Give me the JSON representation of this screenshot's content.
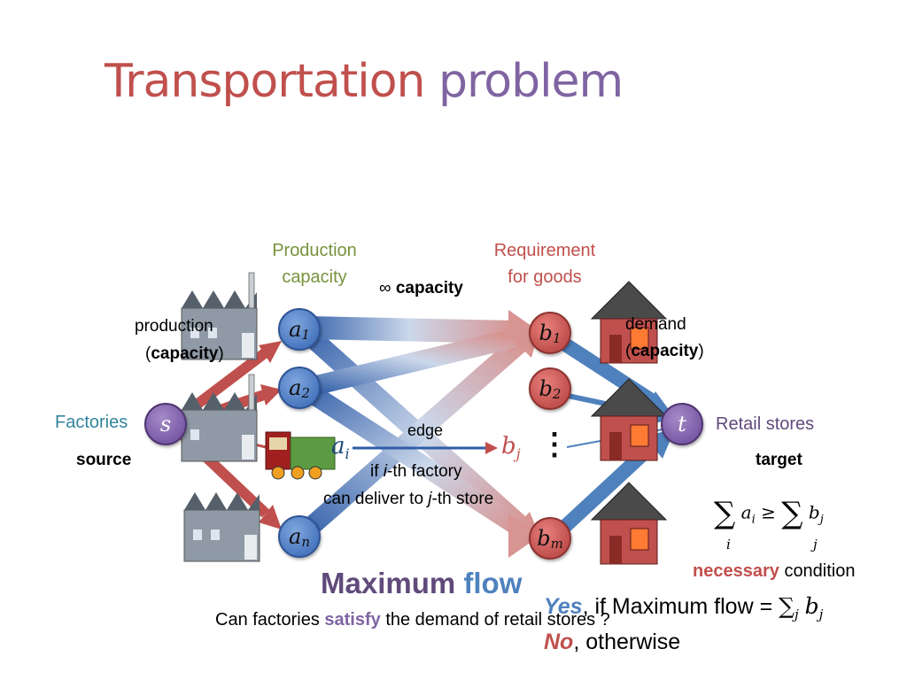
{
  "title": {
    "word1": "Transportation",
    "word2": "problem"
  },
  "labels": {
    "production_capacity_line1": "Production",
    "production_capacity_line2": "capacity",
    "requirement_line1": "Requirement",
    "requirement_line2": "for goods",
    "infinity_capacity_symbol": "∞",
    "infinity_capacity_text": "capacity",
    "production_word": "production",
    "production_paren_open": "(",
    "production_capacity_bold": "capacity",
    "production_paren_close": ")",
    "demand_word": "demand",
    "demand_paren_open": "(",
    "demand_capacity_bold": "capacity",
    "demand_paren_close": ")",
    "factories": "Factories",
    "source": "source",
    "retail_stores": "Retail stores",
    "target": "target",
    "edge_fragment": "edge",
    "if_fragment_pre": "if ",
    "if_fragment_i": "i",
    "if_fragment_post": "-th factory",
    "deliver_fragment_pre": "can deliver to ",
    "deliver_fragment_j": "j",
    "deliver_fragment_post": "-th store",
    "vertical_dots": "⋮"
  },
  "nodes": {
    "s": "s",
    "t": "t",
    "a1_base": "a",
    "a1_sub": "1",
    "a2_base": "a",
    "a2_sub": "2",
    "an_base": "a",
    "an_sub": "n",
    "b1_base": "b",
    "b1_sub": "1",
    "b2_base": "b",
    "b2_sub": "2",
    "bm_base": "b",
    "bm_sub": "m",
    "ai_base": "a",
    "ai_sub": "i",
    "bj_base": "b",
    "bj_sub": "j"
  },
  "condition": {
    "sum1": "∑",
    "sum1_index": "i",
    "a_term_base": "a",
    "a_term_sub": "i",
    "geq": "≥",
    "sum2": "∑",
    "sum2_index": "j",
    "b_term_base": "b",
    "b_term_sub": "j",
    "necessary": "necessary",
    "condition_word": "condition"
  },
  "maxflow": {
    "word1": "Maximum",
    "word2": "flow"
  },
  "question": {
    "pre": "Can factories ",
    "satisfy": "satisfy",
    "post": " the demand of retail stores ?"
  },
  "answer": {
    "yes": "Yes",
    "yes_rest": ", if Maximum flow = ",
    "yes_sum": "∑",
    "yes_sum_index": "j",
    "yes_b": "b",
    "yes_b_sub": "j",
    "no": "No",
    "no_rest": ", otherwise"
  },
  "colors": {
    "red": "#c0504d",
    "purple": "#8064a2",
    "blue": "#4f81bd",
    "teal": "#4bacc6",
    "green": "#77933c",
    "dark_red": "#953735"
  }
}
